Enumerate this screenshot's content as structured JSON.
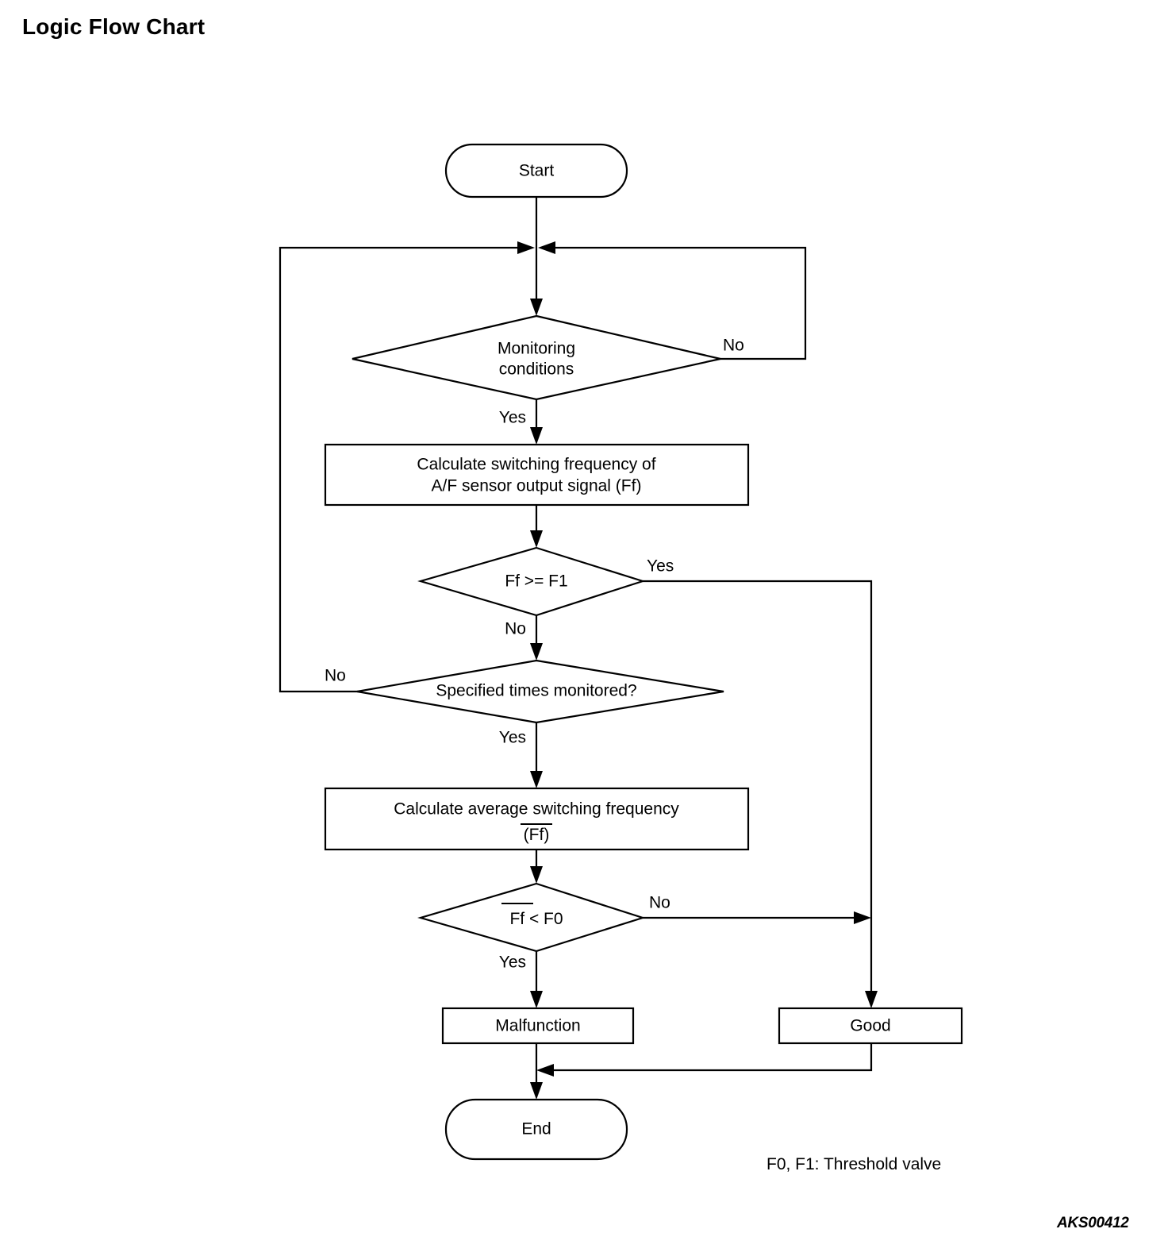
{
  "page": {
    "title": "Logic Flow Chart",
    "footer_note": "F0, F1: Threshold valve",
    "reference_code": "AKS00412",
    "background_color": "#ffffff",
    "line_color": "#000000"
  },
  "chart_data": {
    "type": "diagram",
    "diagram_kind": "flowchart",
    "title": "Logic Flow Chart",
    "nodes": [
      {
        "id": "start",
        "shape": "terminator",
        "label": "Start"
      },
      {
        "id": "monitoring",
        "shape": "decision",
        "label_line1": "Monitoring",
        "label_line2": "conditions"
      },
      {
        "id": "calc_freq",
        "shape": "process",
        "label_line1": "Calculate switching frequency of",
        "label_line2": "A/F sensor output signal (Ff)"
      },
      {
        "id": "ff_ge_f1",
        "shape": "decision",
        "label": "Ff >= F1"
      },
      {
        "id": "spec_times",
        "shape": "decision",
        "label": "Specified times monitored?"
      },
      {
        "id": "calc_avg",
        "shape": "process",
        "label_line1": "Calculate average switching frequency",
        "label_line2": "(Ff)",
        "label_line2_overbar": "Ff"
      },
      {
        "id": "ff_lt_f0",
        "shape": "decision",
        "label": "Ff < F0",
        "label_overbar": "Ff"
      },
      {
        "id": "malfunction",
        "shape": "process",
        "label": "Malfunction"
      },
      {
        "id": "good",
        "shape": "process",
        "label": "Good"
      },
      {
        "id": "end",
        "shape": "terminator",
        "label": "End"
      }
    ],
    "edges": [
      {
        "from": "start",
        "to": "monitoring",
        "label": ""
      },
      {
        "from": "monitoring",
        "to": "monitoring",
        "label": "No"
      },
      {
        "from": "monitoring",
        "to": "calc_freq",
        "label": "Yes"
      },
      {
        "from": "calc_freq",
        "to": "ff_ge_f1",
        "label": ""
      },
      {
        "from": "ff_ge_f1",
        "to": "good",
        "label": "Yes"
      },
      {
        "from": "ff_ge_f1",
        "to": "spec_times",
        "label": "No"
      },
      {
        "from": "spec_times",
        "to": "monitoring",
        "label": "No"
      },
      {
        "from": "spec_times",
        "to": "calc_avg",
        "label": "Yes"
      },
      {
        "from": "calc_avg",
        "to": "ff_lt_f0",
        "label": ""
      },
      {
        "from": "ff_lt_f0",
        "to": "good",
        "label": "No"
      },
      {
        "from": "ff_lt_f0",
        "to": "malfunction",
        "label": "Yes"
      },
      {
        "from": "malfunction",
        "to": "end",
        "label": ""
      },
      {
        "from": "good",
        "to": "end",
        "label": ""
      }
    ],
    "edge_labels": {
      "monitoring_no": "No",
      "monitoring_yes": "Yes",
      "ff_ge_f1_yes": "Yes",
      "ff_ge_f1_no": "No",
      "spec_times_no": "No",
      "spec_times_yes": "Yes",
      "ff_lt_f0_no": "No",
      "ff_lt_f0_yes": "Yes"
    },
    "legend": "F0, F1: Threshold valve"
  },
  "nodes": {
    "start": {
      "label": "Start"
    },
    "monitoring": {
      "line1": "Monitoring",
      "line2": "conditions"
    },
    "calc_freq": {
      "line1": "Calculate switching frequency of",
      "line2": "A/F sensor output signal (Ff)"
    },
    "ff_ge_f1": {
      "label": "Ff >= F1"
    },
    "spec_times": {
      "label": "Specified times monitored?"
    },
    "calc_avg": {
      "line1": "Calculate average switching frequency",
      "line2_open": "(",
      "line2_bar": "Ff",
      "line2_close": ")"
    },
    "ff_lt_f0": {
      "bar": "Ff",
      "rest": " < F0"
    },
    "malfunction": {
      "label": "Malfunction"
    },
    "good": {
      "label": "Good"
    },
    "end": {
      "label": "End"
    }
  },
  "labels": {
    "monitoring_no": "No",
    "monitoring_yes": "Yes",
    "ff_ge_f1_yes": "Yes",
    "ff_ge_f1_no": "No",
    "spec_times_no": "No",
    "spec_times_yes": "Yes",
    "ff_lt_f0_no": "No",
    "ff_lt_f0_yes": "Yes"
  }
}
